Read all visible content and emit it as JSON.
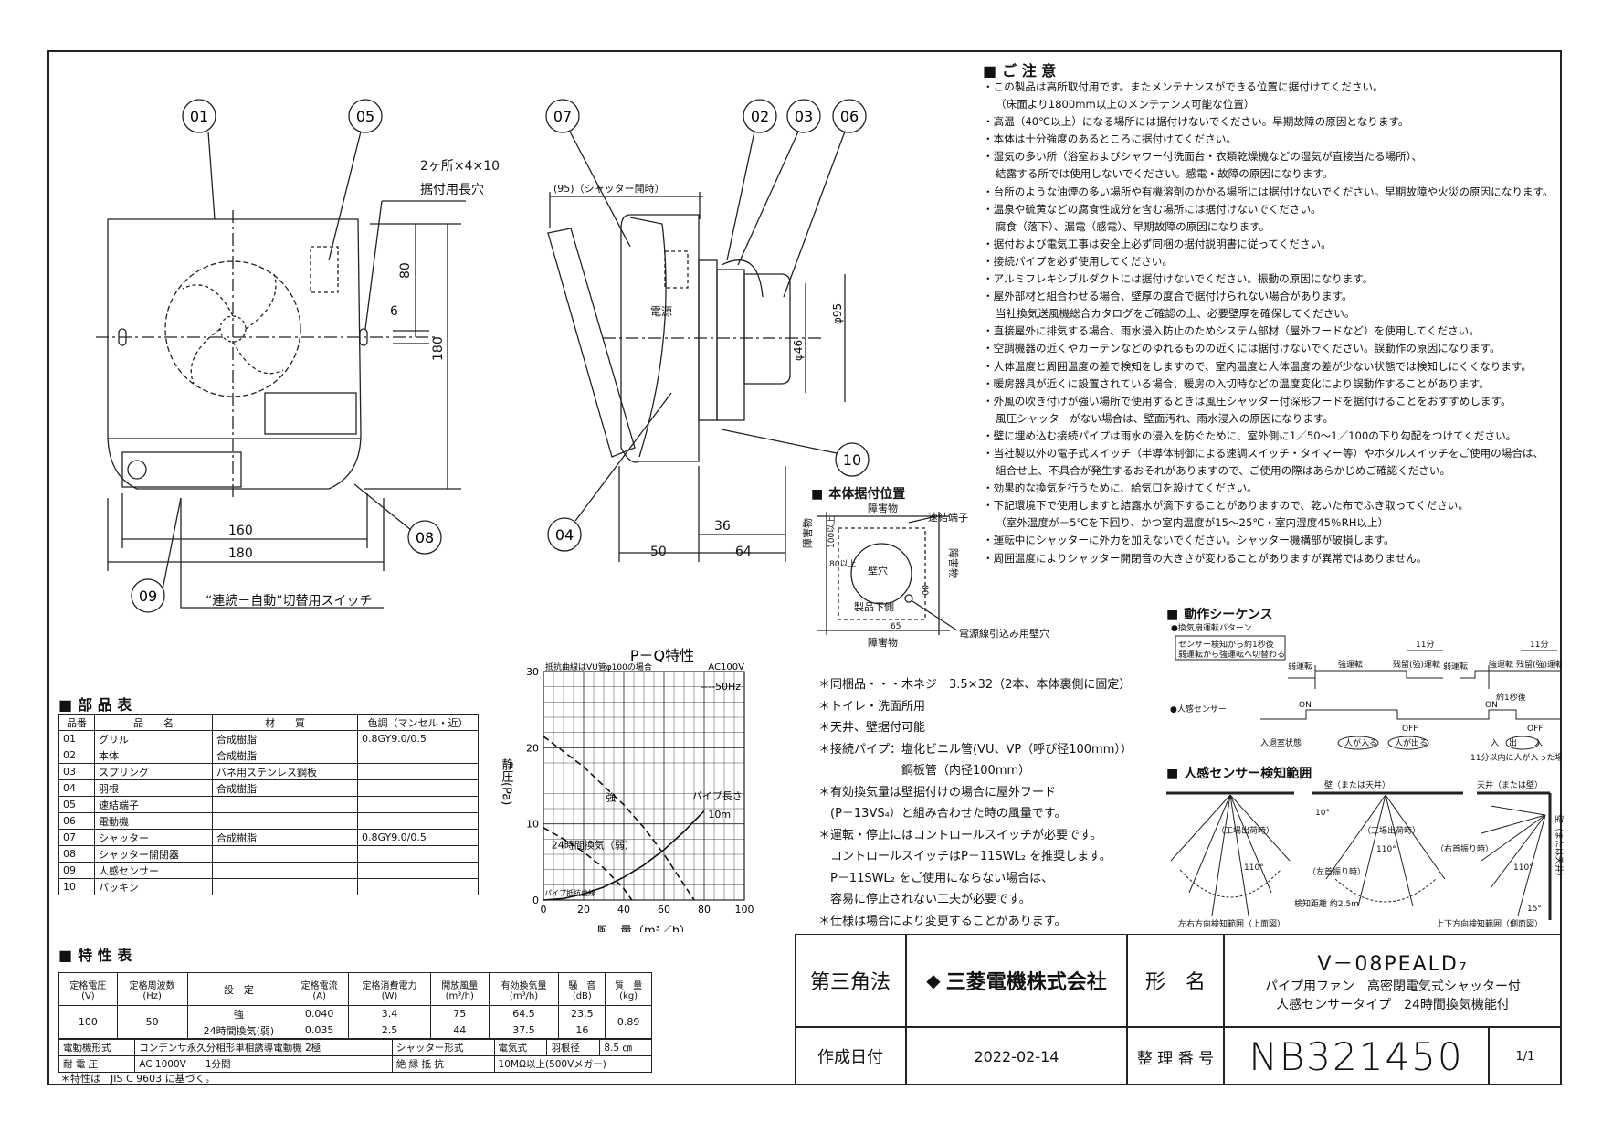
{
  "labels": {
    "notes_title": "ご 注 意",
    "parts_title": "部 品 表",
    "spec_title": "特 性 表",
    "pq_title": "P－Q特性",
    "mount_title": "本体据付位置",
    "seq_title": "動作シーケンス",
    "sensor_title": "人感センサー検知範囲"
  },
  "front_view": {
    "callouts": [
      "01",
      "05",
      "09",
      "08"
    ],
    "slot_note_1": "2ヶ所×4×10",
    "slot_note_2": "据付用長穴",
    "dim_80": "80",
    "dim_6": "6",
    "dim_180_v": "180",
    "dim_160": "160",
    "dim_180_h": "180",
    "switch_label": "“連続－自動”切替用スイッチ"
  },
  "side_view": {
    "callouts": [
      "07",
      "02",
      "03",
      "06",
      "10",
      "04"
    ],
    "dim_95": "(95)（シャッター開時）",
    "dim_phi46": "φ46",
    "dim_phi95": "φ95",
    "power_label": "電源",
    "dim_36": "36",
    "dim_50": "50",
    "dim_64": "64"
  },
  "notes": [
    {
      "text": "・この製品は高所取付用です。またメンテナンスができる位置に据付けてください。",
      "indent": false
    },
    {
      "text": "（床面より1800mm以上のメンテナンス可能な位置）",
      "indent": true
    },
    {
      "text": "・高温（40℃以上）になる場所には据付けないでください。早期故障の原因となります。",
      "indent": false
    },
    {
      "text": "・本体は十分強度のあるところに据付けてください。",
      "indent": false
    },
    {
      "text": "・湿気の多い所（浴室およびシャワー付洗面台・衣類乾燥機などの湿気が直接当たる場所）、",
      "indent": false
    },
    {
      "text": "結露する所では使用しないでください。感電・故障の原因になります。",
      "indent": true
    },
    {
      "text": "・台所のような油煙の多い場所や有機溶剤のかかる場所には据付けないでください。早期故障や火災の原因になります。",
      "indent": false
    },
    {
      "text": "・温泉や硫黄などの腐食性成分を含む場所には据付けないでください。",
      "indent": false
    },
    {
      "text": "腐食（落下）、漏電（感電）、早期故障の原因になります。",
      "indent": true
    },
    {
      "text": "・据付および電気工事は安全上必ず同梱の据付説明書に従ってください。",
      "indent": false
    },
    {
      "text": "・接続パイプを必ず使用してください。",
      "indent": false
    },
    {
      "text": "・アルミフレキシブルダクトには据付けないでください。振動の原因になります。",
      "indent": false
    },
    {
      "text": "・屋外部材と組合わせる場合、壁厚の度合で据付けられない場合があります。",
      "indent": false
    },
    {
      "text": "当社換気送風機総合カタログをご確認の上、必要壁厚を確保してください。",
      "indent": true
    },
    {
      "text": "・直接屋外に排気する場合、雨水浸入防止のためシステム部材（屋外フードなど）を使用してください。",
      "indent": false
    },
    {
      "text": "・空調機器の近くやカーテンなどのゆれるものの近くには据付けないでください。誤動作の原因になります。",
      "indent": false
    },
    {
      "text": "・人体温度と周囲温度の差で検知をしますので、室内温度と人体温度の差が少ない状態では検知しにくくなります。",
      "indent": false
    },
    {
      "text": "・暖房器具が近くに設置されている場合、暖房の入切時などの温度変化により誤動作することがあります。",
      "indent": false
    },
    {
      "text": "・外風の吹き付けが強い場所で使用するときは風圧シャッター付深形フードを据付けることをおすすめします。",
      "indent": false
    },
    {
      "text": "風圧シャッターがない場合は、壁面汚れ、雨水浸入の原因になります。",
      "indent": true
    },
    {
      "text": "・壁に埋め込む接続パイプは雨水の浸入を防ぐために、室外側に1／50～1／100の下り勾配をつけてください。",
      "indent": false
    },
    {
      "text": "・当社製以外の電子式スイッチ（半導体制御による速調スイッチ・タイマー等）やホタルスイッチをご使用の場合は、",
      "indent": false
    },
    {
      "text": "組合せ上、不具合が発生するおそれがありますので、ご使用の際はあらかじめご確認ください。",
      "indent": true
    },
    {
      "text": "・効果的な換気を行うために、給気口を設けてください。",
      "indent": false
    },
    {
      "text": "・下記環境下で使用しますと結露水が滴下することがありますので、乾いた布でふき取ってください。",
      "indent": false
    },
    {
      "text": "（室外温度が－5℃を下回り、かつ室内温度が15～25℃・室内湿度45％RH以上）",
      "indent": true
    },
    {
      "text": "・運転中にシャッターに外力を加えないでください。シャッター機構部が破損します。",
      "indent": false
    },
    {
      "text": "・周囲温度によりシャッター開閉音の大きさが変わることがありますが異常ではありません。",
      "indent": false
    }
  ],
  "parts": {
    "headers": [
      "品番",
      "品　　名",
      "材　　質",
      "色調（マンセル・近）"
    ],
    "rows": [
      [
        "01",
        "グリル",
        "合成樹脂",
        "0.8GY9.0/0.5"
      ],
      [
        "02",
        "本体",
        "合成樹脂",
        ""
      ],
      [
        "03",
        "スプリング",
        "バネ用ステンレス鋼板",
        ""
      ],
      [
        "04",
        "羽根",
        "合成樹脂",
        ""
      ],
      [
        "05",
        "速結端子",
        "",
        ""
      ],
      [
        "06",
        "電動機",
        "",
        ""
      ],
      [
        "07",
        "シャッター",
        "合成樹脂",
        "0.8GY9.0/0.5"
      ],
      [
        "08",
        "シャッター開閉器",
        "",
        ""
      ],
      [
        "09",
        "人感センサー",
        "",
        ""
      ],
      [
        "10",
        "パッキン",
        "",
        ""
      ]
    ]
  },
  "spec": {
    "h_voltage": "定格電圧\n(V)",
    "h_freq": "定格周波数\n(Hz)",
    "h_setting": "設　定",
    "h_current": "定格電流\n(A)",
    "h_power": "定格消費電力\n(W)",
    "h_open_air": "開放風量\n(m³/h)",
    "h_eff_air": "有効換気量\n(m³/h)",
    "h_noise": "騒　音\n(dB)",
    "h_mass": "質　量\n(kg)",
    "voltage": "100",
    "freq": "50",
    "mass": "0.89",
    "rows": [
      [
        "強",
        "0.040",
        "3.4",
        "75",
        "64.5",
        "23.5"
      ],
      [
        "24時間換気(弱)",
        "0.035",
        "2.5",
        "44",
        "37.5",
        "16"
      ]
    ],
    "motor_type_label": "電動機形式",
    "motor_type": "コンデンサ永久分相形単相誘導電動機 2極",
    "shutter_type_label": "シャッター形式",
    "shutter_type": "電気式",
    "blade_label": "羽根径",
    "blade": "8.5 ㎝",
    "withstand_label": "耐 電 圧",
    "withstand": "AC 1000V　　1分間",
    "insulation_label": "絶 縁 抵 抗",
    "insulation": "10MΩ以上(500Vメガー)",
    "footnote": "＊特性は　JIS C 9603 に基づく。"
  },
  "chart_data": {
    "type": "line",
    "title": "P－Q特性",
    "xlabel": "風　量（m³／h）",
    "ylabel": "静圧(Pa)",
    "xlim": [
      0,
      100
    ],
    "ylim": [
      0,
      30
    ],
    "xticks": [
      0,
      20,
      40,
      60,
      80,
      100
    ],
    "yticks": [
      0,
      10,
      20,
      30
    ],
    "note_top_left": "抵抗曲線はVU管φ100の場合",
    "note_top_right": "AC100V",
    "legend_50hz": "----50Hz",
    "series": [
      {
        "name": "強",
        "style": "dashed",
        "x": [
          0,
          10,
          20,
          30,
          40,
          50,
          60,
          70,
          75
        ],
        "y": [
          21.5,
          19.5,
          17.5,
          15,
          12.5,
          9.5,
          6,
          2,
          0
        ]
      },
      {
        "name": "24時間換気（弱）",
        "style": "dashed",
        "x": [
          0,
          10,
          20,
          30,
          40,
          44
        ],
        "y": [
          9.5,
          8,
          6.3,
          4.2,
          1.5,
          0
        ]
      },
      {
        "name": "パイプ抵抗曲線",
        "style": "solid",
        "x": [
          0,
          10,
          20,
          30,
          40,
          50,
          60,
          70,
          80
        ],
        "y": [
          0,
          0.2,
          0.8,
          1.7,
          3,
          4.6,
          6.6,
          9,
          11.7
        ]
      }
    ],
    "pipe_label_1": "パイプ長さ",
    "pipe_label_2": "10m"
  },
  "accessories": [
    "＊同梱品・・・木ネジ　3.5×32（2本、本体裏側に固定）",
    "＊トイレ・洗面所用",
    "＊天井、壁据付可能",
    "＊接続パイプ：塩化ビニル管(VU、VP（呼び径100mm））",
    "　　　　　　　鋼板管（内径100mm）",
    "＊有効換気量は壁据付けの場合に屋外フード",
    "　(P－13VS₄）と組み合わせた時の風量です。",
    "＊運転・停止にはコントロールスイッチが必要です。",
    "　コントロールスイッチはP－11SWL₂ を推奨します。",
    "　P－11SWL₂ をご使用にならない場合は、",
    "　容易に停止されない工夫が必要です。",
    "＊仕様は場合により変更することがあります。"
  ],
  "mount": {
    "obstacle": "障害物",
    "terminal": "速結端子",
    "wall_hole": "壁穴",
    "product_bottom": "製品下側",
    "power_hole": "電源線引込み用壁穴",
    "dim_100": "100以上",
    "dim_80": "80以上",
    "dim_65": "65",
    "dim_80b": "80"
  },
  "sequence": {
    "pattern": "●換気扇運転パターン",
    "note1": "センサー検知から約1秒後",
    "note2": "弱運転から強運転へ切替わる",
    "weak": "弱運転",
    "strong": "強運転",
    "residual": "残留(強)運転",
    "min11": "11分",
    "sensor": "●人感センサー",
    "on": "ON",
    "off": "OFF",
    "approx1s": "約1秒後",
    "room_state": "入退室状態",
    "enter": "人が入る",
    "leave": "人が出る",
    "in": "入",
    "out": "出",
    "reenter": "11分以内に人が入った場合"
  },
  "sensor_range": {
    "wall_ceiling": "壁（または天井）",
    "ceiling_wall": "天井（または壁）",
    "wall_side": "壁（または天井）",
    "range_lr": "左右方向検知範囲（上面図）",
    "range_ud": "上下方向検知範囲（側面図）",
    "distance": "検知距離 約2.5m",
    "factory": "（工場出荷時）",
    "left_swing": "（左首振り時）",
    "right_swing": "（右首振り時）",
    "a110": "110°",
    "a10": "10°",
    "a15": "15°"
  },
  "title_block": {
    "projection": "第三角法",
    "company": "三菱電機株式会社",
    "model_label": "形　名",
    "model": "V－08PEALD₇",
    "desc1": "パイプ用ファン　高密閉電気式シャッター付",
    "desc2": "人感センサータイプ　24時間換気機能付",
    "date_label": "作成日付",
    "date": "2022-02-14",
    "number_label": "整 理 番 号",
    "number": "NB321450",
    "sheet": "1/1"
  }
}
